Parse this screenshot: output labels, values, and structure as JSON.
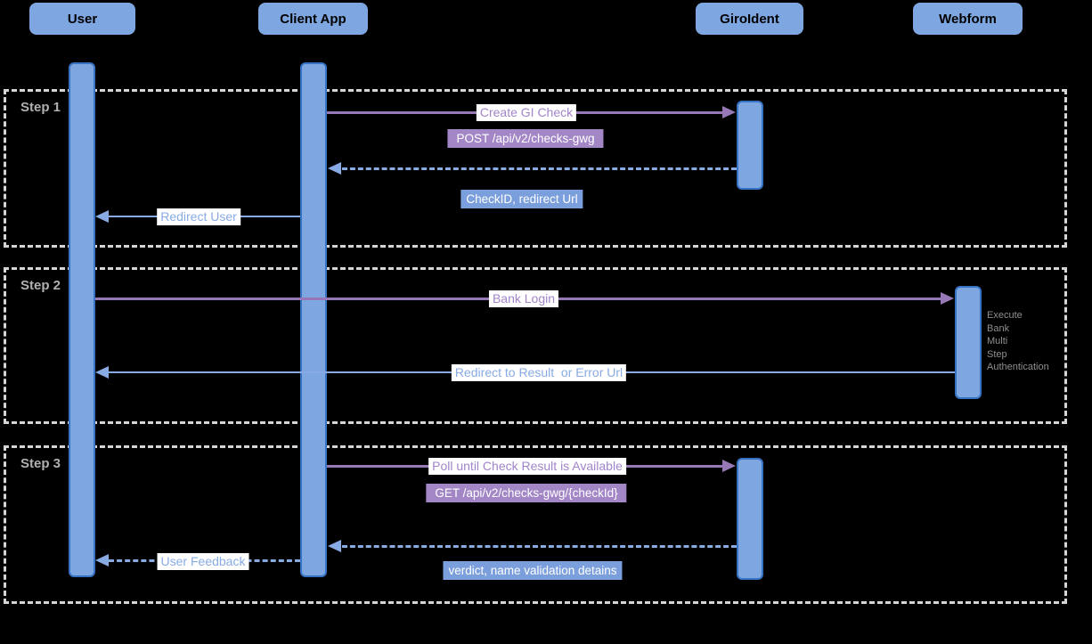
{
  "diagram_type": "sequence-diagram",
  "actors": [
    {
      "label": "User"
    },
    {
      "label": "Client App"
    },
    {
      "label": "GiroIdent"
    },
    {
      "label": "Webform"
    }
  ],
  "steps": [
    {
      "label": "Step 1"
    },
    {
      "label": "Step 2"
    },
    {
      "label": "Step 3"
    }
  ],
  "messages": {
    "create_check": "Create GI Check",
    "post_endpoint": "POST /api/v2/checks-gwg",
    "checkid_return": "CheckID, redirect Url",
    "redirect_user": "Redirect User",
    "bank_login": "Bank Login",
    "redirect_result": "Redirect to Result  or Error Url",
    "poll": "Poll until Check Result is Available",
    "get_endpoint": "GET /api/v2/checks-gwg/{checkId}",
    "verdict_return": "verdict, name validation detains",
    "user_feedback": "User Feedback"
  },
  "webform_note": {
    "lines": [
      "Execute",
      "Bank",
      "Multi",
      "Step",
      "Authentication"
    ]
  },
  "colors": {
    "bg": "#000000",
    "blue_fill": "#7ea6e0",
    "blue_border": "#3673c5",
    "blue_arrow": "#88abe4",
    "blue_label_bg": "#7b9fdc",
    "purple_arrow": "#9678b6",
    "purple_label_bg": "#a286c6",
    "purple_text": "#a284ca",
    "frame_border": "#d5d5d5",
    "step_label": "#b0b0b0",
    "note_text": "#8f8f8f"
  }
}
